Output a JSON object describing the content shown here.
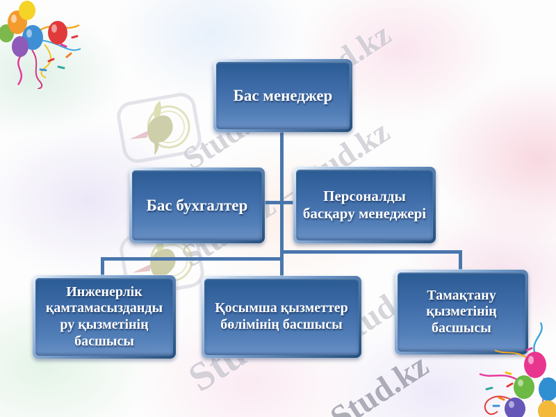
{
  "watermarks": {
    "pair_text": "Stud.kz – Stud.kz",
    "single_text": "Stud.kz",
    "logo_name": "stud-kz-hummingbird-logo"
  },
  "diagram": {
    "type": "org-chart",
    "accent_color": "#4a76ae",
    "node_fill_top": "#2b5b93",
    "node_fill_bottom": "#6a91c5",
    "text_color": "#ffffff",
    "nodes": [
      {
        "id": "general-manager",
        "level": 1,
        "reports_to": null,
        "label": "Бас менеджер"
      },
      {
        "id": "chief-accountant",
        "level": 2,
        "reports_to": "general-manager",
        "label": "Бас бухгалтер"
      },
      {
        "id": "hr-manager",
        "level": 2,
        "reports_to": "general-manager",
        "label": "Персоналды\nбасқару менеджері"
      },
      {
        "id": "engineering-support-head",
        "level": 3,
        "reports_to": "general-manager",
        "label": "Инженерлік\nқамтамасызданды\nру қызметінің\nбасшысы"
      },
      {
        "id": "additional-services-head",
        "level": 3,
        "reports_to": "general-manager",
        "label": "Қосымша қызметтер\nбөлімінің басшысы"
      },
      {
        "id": "catering-head",
        "level": 3,
        "reports_to": "general-manager",
        "label": "Тамақтану\nқызметінің\nбасшысы"
      }
    ]
  }
}
